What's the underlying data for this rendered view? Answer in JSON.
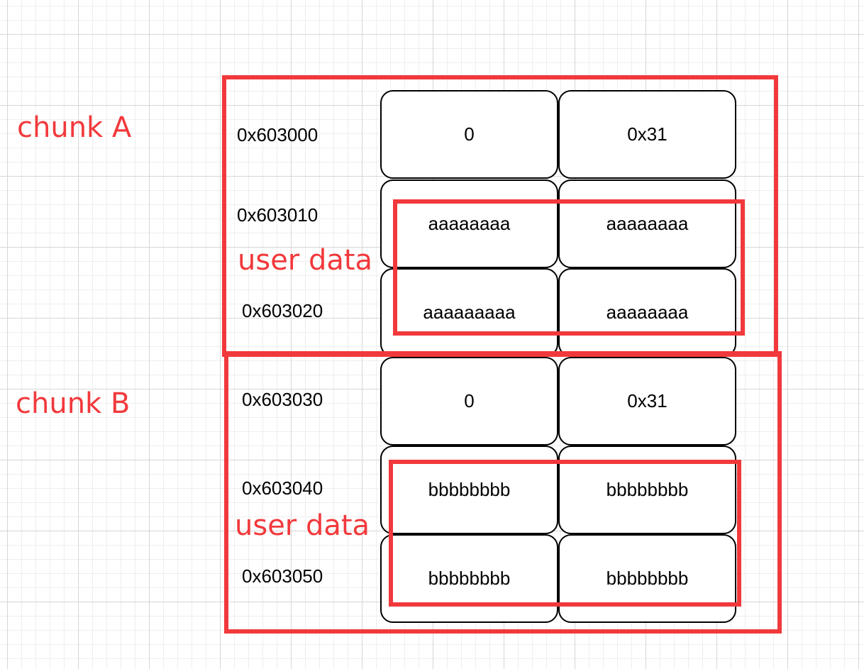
{
  "chunks": [
    {
      "label": "chunk A",
      "user_data_label": "user data",
      "rows": [
        {
          "address": "0x603000",
          "cells": [
            "0",
            "0x31"
          ]
        },
        {
          "address": "0x603010",
          "cells": [
            "aaaaaaaa",
            "aaaaaaaa"
          ]
        },
        {
          "address": "0x603020",
          "cells": [
            "aaaaaaaaa",
            "aaaaaaaa"
          ]
        }
      ]
    },
    {
      "label": "chunk B",
      "user_data_label": "user data",
      "rows": [
        {
          "address": "0x603030",
          "cells": [
            "0",
            "0x31"
          ]
        },
        {
          "address": "0x603040",
          "cells": [
            "bbbbbbbb",
            "bbbbbbbb"
          ]
        },
        {
          "address": "0x603050",
          "cells": [
            "bbbbbbbb",
            "bbbbbbbb"
          ]
        }
      ]
    }
  ],
  "colors": {
    "highlight": "#f1393c",
    "cell_border": "#000000",
    "grid": "#d6d6d6"
  }
}
